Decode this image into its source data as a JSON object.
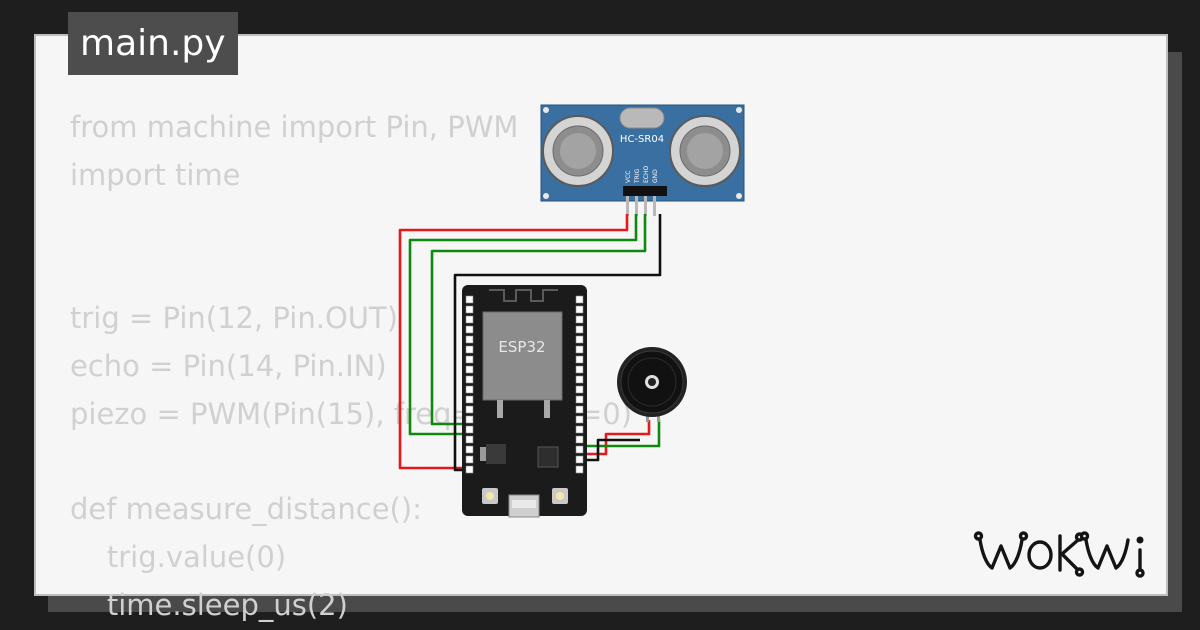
{
  "file_tab": {
    "label": "main.py"
  },
  "code_lines": [
    "from machine import Pin, PWM",
    "import time",
    "",
    "",
    "trig = Pin(12, Pin.OUT)",
    "echo = Pin(14, Pin.IN)",
    "piezo = PWM(Pin(15), freq=1, duty=0)",
    "",
    "def measure_distance():",
    "    trig.value(0)",
    "    time.sleep_us(2)"
  ],
  "sensor": {
    "label": "HC-SR04",
    "pins": [
      "VCC",
      "TRIG",
      "ECHO",
      "GND"
    ]
  },
  "board": {
    "label": "ESP32"
  },
  "brand": {
    "logo_text": "WOKWI"
  },
  "colors": {
    "wire_red": "#e8171b",
    "wire_green": "#0d8a0d",
    "wire_black": "#111111",
    "sensor_blue": "#3a6fa1",
    "board_black": "#1b1b1b",
    "chip_gray": "#8c8c8c"
  },
  "icons": {
    "buzzer": "piezo-buzzer-icon",
    "logo": "wokwi-logo"
  }
}
